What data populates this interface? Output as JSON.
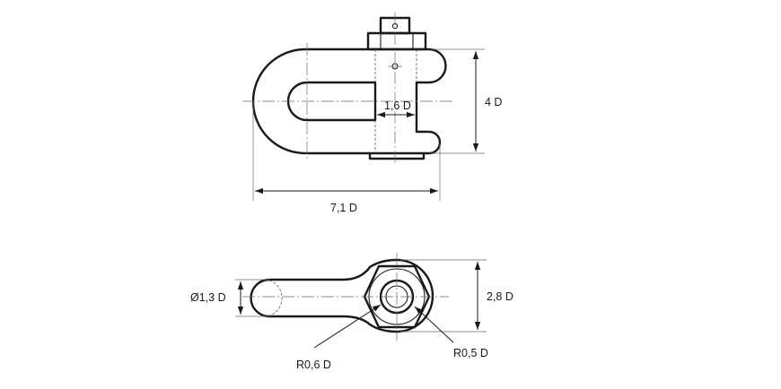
{
  "labels": {
    "height": "4 D",
    "pin_diameter": "1,6 D",
    "width": "7,1 D",
    "shank_diameter": "Ø1,3 D",
    "eye_height": "2,8 D",
    "radius_small": "R0,6  D",
    "radius_large": "R0,5 D"
  },
  "colors": {
    "line": "#1a1a1a",
    "construction": "#6a6a6a",
    "background": "#ffffff"
  }
}
